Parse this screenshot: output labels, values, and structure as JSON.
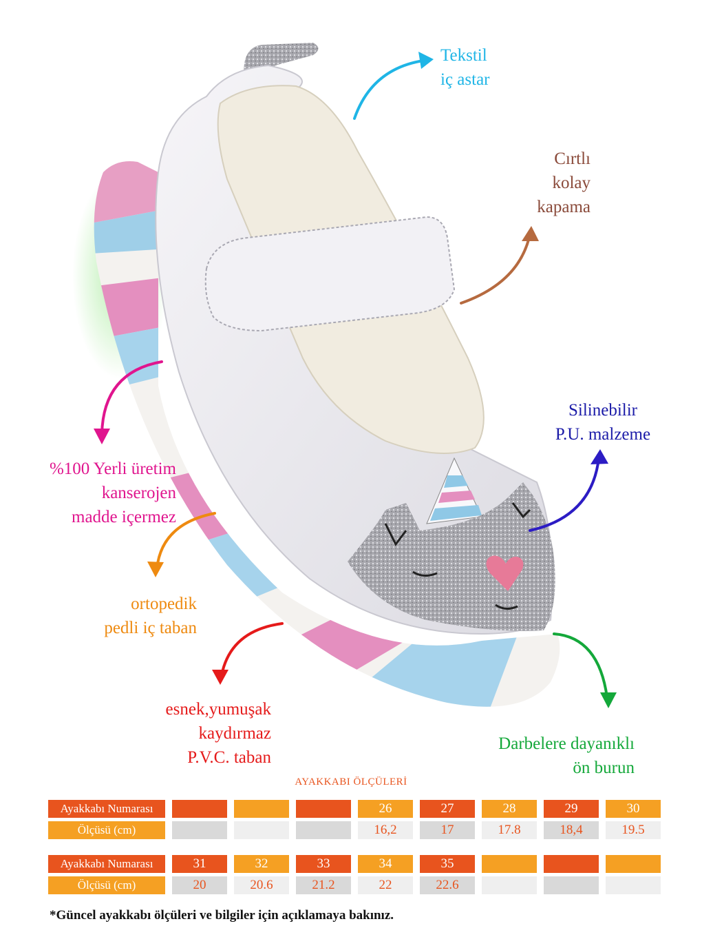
{
  "features": {
    "lining": [
      "Tekstil",
      "iç astar"
    ],
    "closure": [
      "Cırtlı",
      "kolay",
      "kapama"
    ],
    "material": [
      "Silinebilir",
      "P.U. malzeme"
    ],
    "production": [
      "%100 Yerli üretim",
      "kanserojen",
      "madde içermez"
    ],
    "insole": [
      "ortopedik",
      "pedli iç taban"
    ],
    "sole": [
      "esnek,yumuşak",
      "kaydırmaz",
      "P.V.C. taban"
    ],
    "toe": [
      "Darbelere dayanıklı",
      "ön burun"
    ]
  },
  "colors": {
    "lining": "#1fb5e6",
    "closure": "#8a4a3a",
    "material": "#1b1ba8",
    "production": "#e0158e",
    "insole": "#ee8a10",
    "sole": "#e51a1a",
    "toe": "#14a83a",
    "cell_orange": "#f5a023",
    "cell_red": "#e8541e",
    "cell_grey": "#d9d9d9"
  },
  "size_table": {
    "title": "AYAKKABI ÖLÇÜLERİ",
    "number_label": "Ayakkabı Numarası",
    "measure_label": "Ölçüsü (cm)",
    "table1": {
      "numbers": [
        "",
        "",
        "",
        "26",
        "27",
        "28",
        "29",
        "30"
      ],
      "measures": [
        "",
        "",
        "",
        "16,2",
        "17",
        "17.8",
        "18,4",
        "19.5"
      ]
    },
    "table2": {
      "numbers": [
        "31",
        "32",
        "33",
        "34",
        "35",
        "",
        "",
        ""
      ],
      "measures": [
        "20",
        "20.6",
        "21.2",
        "22",
        "22.6",
        "",
        "",
        ""
      ]
    }
  },
  "footnote": "*Güncel ayakkabı ölçüleri ve bilgiler için açıklamaya bakınız."
}
